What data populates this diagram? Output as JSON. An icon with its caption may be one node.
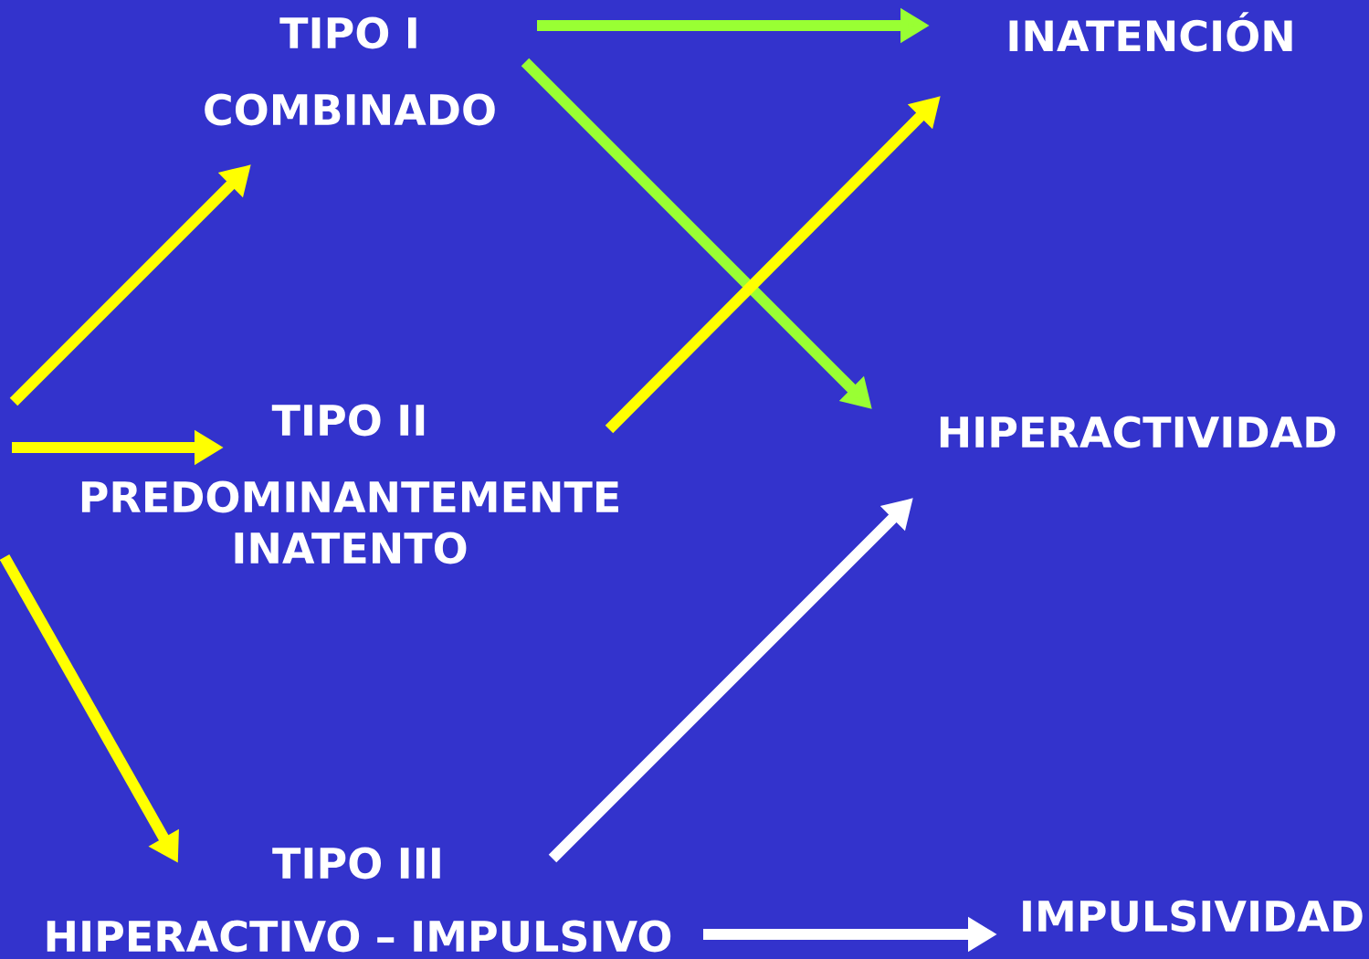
{
  "diagram": {
    "nodes": [
      {
        "text": [
          "TIPO I",
          "COMBINADO"
        ]
      },
      {
        "text": [
          "TIPO II",
          "PREDOMINANTEMENTE INATENTO"
        ]
      },
      {
        "text": [
          "TIPO III",
          "HIPERACTIVO – IMPULSIVO"
        ]
      },
      {
        "text": [
          "INATENCIÓN"
        ]
      },
      {
        "text": [
          "HIPERACTIVIDAD"
        ]
      },
      {
        "text": [
          "IMPULSIVIDAD"
        ]
      }
    ],
    "edges": [
      {
        "from": null,
        "to": 0,
        "arrow": "to"
      },
      {
        "from": null,
        "to": 1,
        "arrow": "to"
      },
      {
        "from": null,
        "to": 2,
        "arrow": "to"
      },
      {
        "from": 0,
        "to": 3,
        "arrow": "to",
        "color": "#99ff33"
      },
      {
        "from": 0,
        "to": 4,
        "arrow": "to",
        "color": "#99ff33"
      },
      {
        "from": 1,
        "to": 3,
        "arrow": "to"
      },
      {
        "from": 2,
        "to": 4,
        "arrow": "to",
        "color": "#ffffff"
      },
      {
        "from": 2,
        "to": 5,
        "arrow": "to",
        "color": "#ffffff"
      }
    ]
  }
}
